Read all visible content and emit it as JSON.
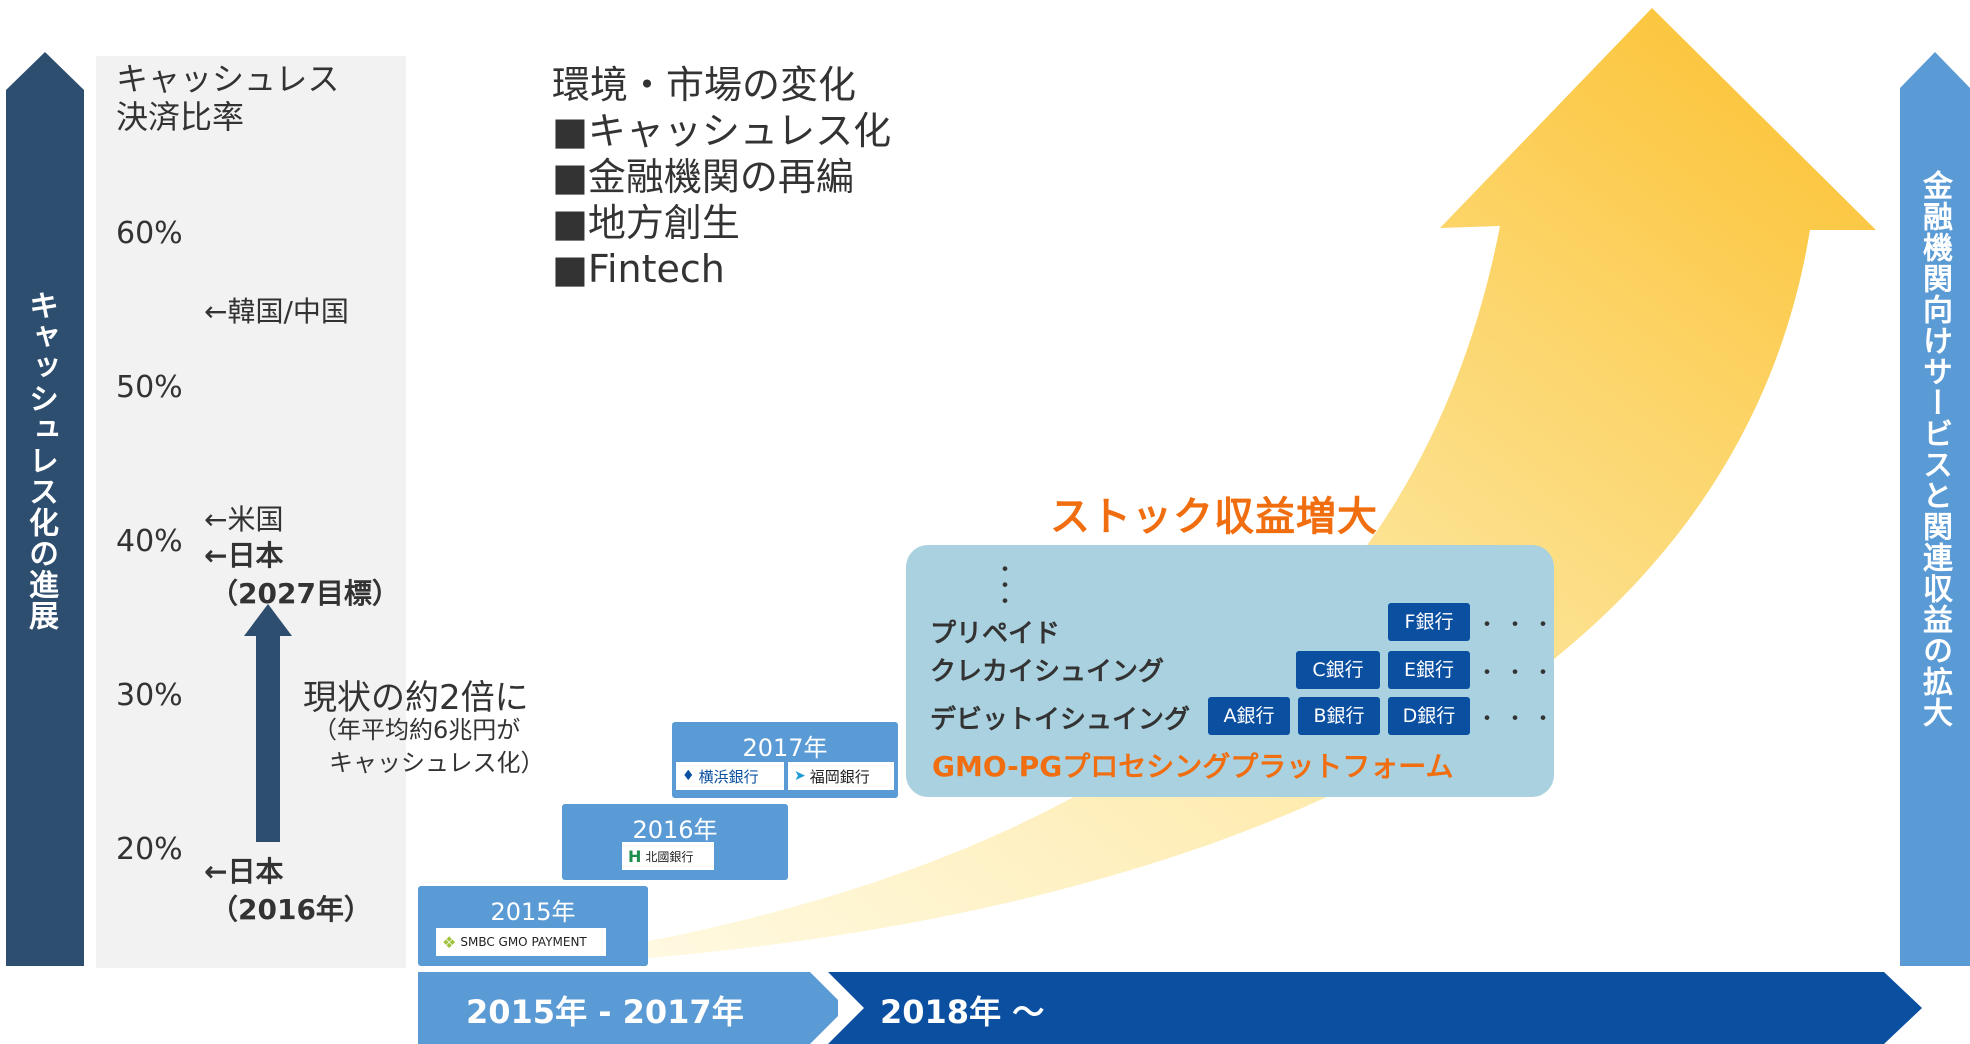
{
  "left_axis": {
    "label": "キャッシュレス化の進展",
    "color": "#2e4e6f"
  },
  "right_axis": {
    "label": "金融機関向けサービスと関連収益の拡大",
    "color": "#5b9bd5"
  },
  "chart": {
    "title_line1": "キャッシュレス",
    "title_line2": "決済比率",
    "ticks": [
      "60%",
      "50%",
      "40%",
      "30%",
      "20%"
    ],
    "markers": {
      "korea_china": "←韓国/中国",
      "usa": "←米国",
      "japan_target": "←日本",
      "japan_target_year": "（2027目標）",
      "japan_now": "←日本",
      "japan_now_year": "（2016年）"
    },
    "growth_text": "現状の約2倍に",
    "growth_note_line1": "（年平均約6兆円が",
    "growth_note_line2": "キャッシュレス化）"
  },
  "environment": {
    "title": "環境・市場の変化",
    "items": [
      "■キャッシュレス化",
      "■金融機関の再編",
      "■地方創生",
      "■Fintech"
    ]
  },
  "years": [
    {
      "year": "2015年",
      "logos": [
        "SMBC GMO PAYMENT"
      ]
    },
    {
      "year": "2016年",
      "logos": [
        "北國銀行"
      ]
    },
    {
      "year": "2017年",
      "logos": [
        "横浜銀行",
        "福岡銀行"
      ]
    }
  ],
  "stock_title": "ストック収益増大",
  "platform": {
    "services": [
      "プリペイド",
      "クレカイシュイング",
      "デビットイシュイング"
    ],
    "banks": {
      "prepaid": [
        "F銀行"
      ],
      "credit": [
        "C銀行",
        "E銀行"
      ],
      "debit": [
        "A銀行",
        "B銀行",
        "D銀行"
      ]
    },
    "ellipsis": "・・・",
    "name": "GMO-PGプロセシングプラットフォーム"
  },
  "timeline": {
    "period1": "2015年 - 2017年",
    "period2": "2018年 ～"
  },
  "colors": {
    "orange": "#f06e0f",
    "dark_blue": "#0b4fa1",
    "light_blue": "#5b9bd5",
    "navy": "#2e4e6f",
    "platform_bg": "#a9d1df"
  }
}
